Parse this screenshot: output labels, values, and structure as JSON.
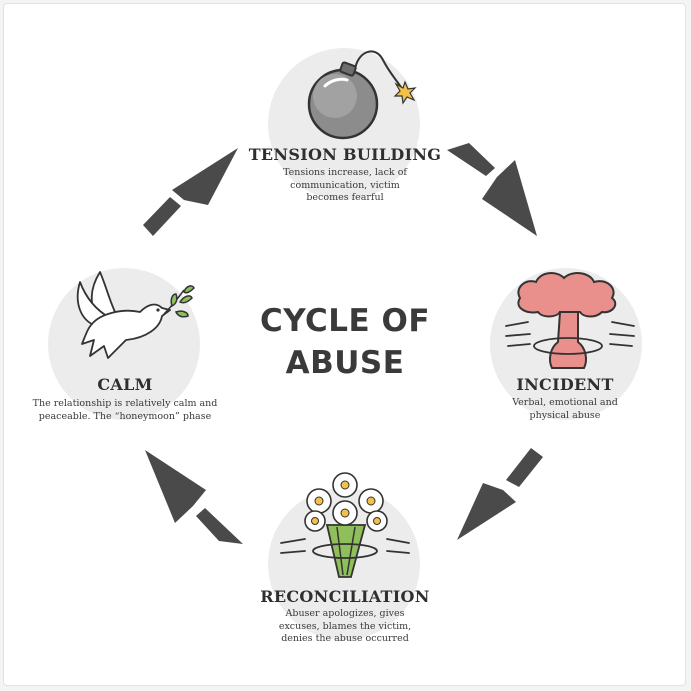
{
  "title_line1": "CYCLE OF",
  "title_line2": "ABUSE",
  "stages": {
    "tension": {
      "title": "TENSION BUILDING",
      "desc": [
        "Tensions increase, lack of",
        "communication, victim",
        "becomes fearful"
      ]
    },
    "incident": {
      "title": "INCIDENT",
      "desc": [
        "Verbal, emotional and",
        "physical abuse"
      ]
    },
    "reconciliation": {
      "title": "RECONCILIATION",
      "desc": [
        "Abuser apologizes, gives",
        "excuses, blames the victim,",
        "denies the abuse occurred"
      ]
    },
    "calm": {
      "title": "CALM",
      "desc": [
        "The relationship is relatively calm and",
        "peaceable. The “honeymoon” phase"
      ]
    }
  },
  "colors": {
    "arrow": "#4a4a4a",
    "circle": "#ececec",
    "cloud": "#e98f8c",
    "flower_center": "#f2c14b",
    "stem": "#8fbf5a",
    "spark": "#f2c14b"
  }
}
